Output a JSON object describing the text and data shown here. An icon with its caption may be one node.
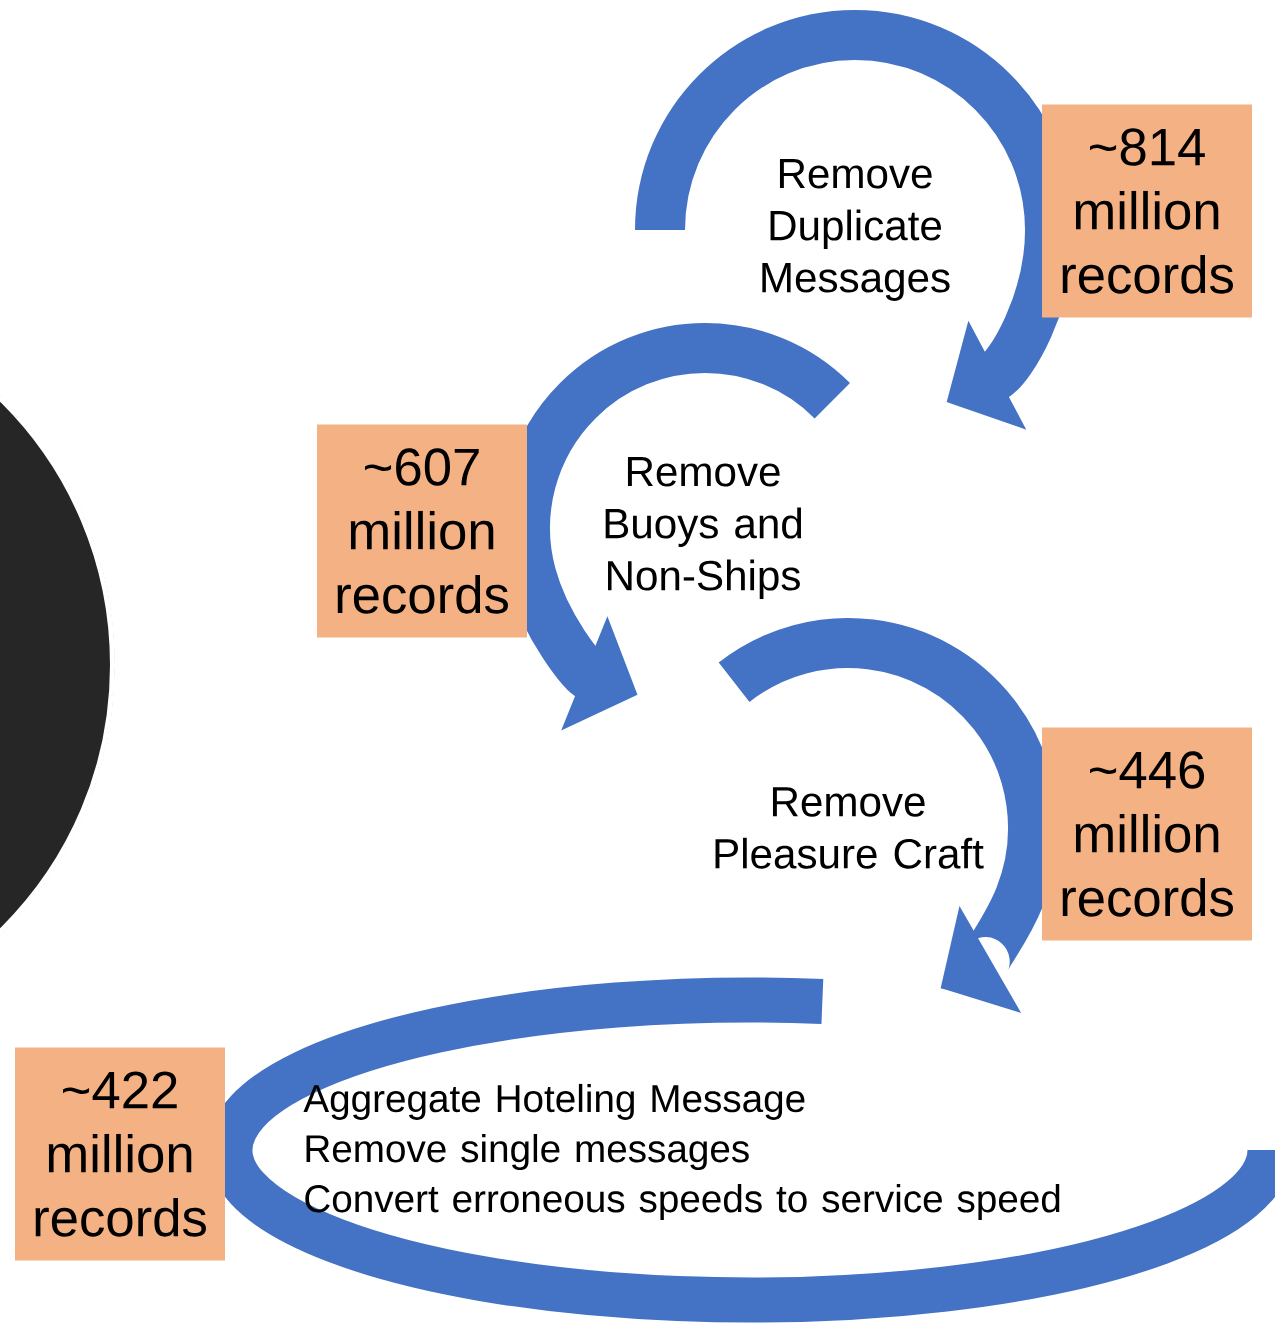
{
  "diagram": {
    "nodes": [
      {
        "text": [
          "Remove Duplicate Messages"
        ]
      },
      {
        "text": [
          "~814 million records"
        ]
      },
      {
        "text": [
          "~607 million records"
        ]
      },
      {
        "text": [
          "Remove Buoys and Non-Ships"
        ]
      },
      {
        "text": [
          "Remove Pleasure Craft"
        ]
      },
      {
        "text": [
          "~446 million records"
        ]
      },
      {
        "text": [
          "~422 million records"
        ]
      },
      {
        "text": [
          "Aggregate Hoteling Message",
          "Remove single messages",
          "Convert erroneous speeds to service speed"
        ]
      }
    ]
  }
}
